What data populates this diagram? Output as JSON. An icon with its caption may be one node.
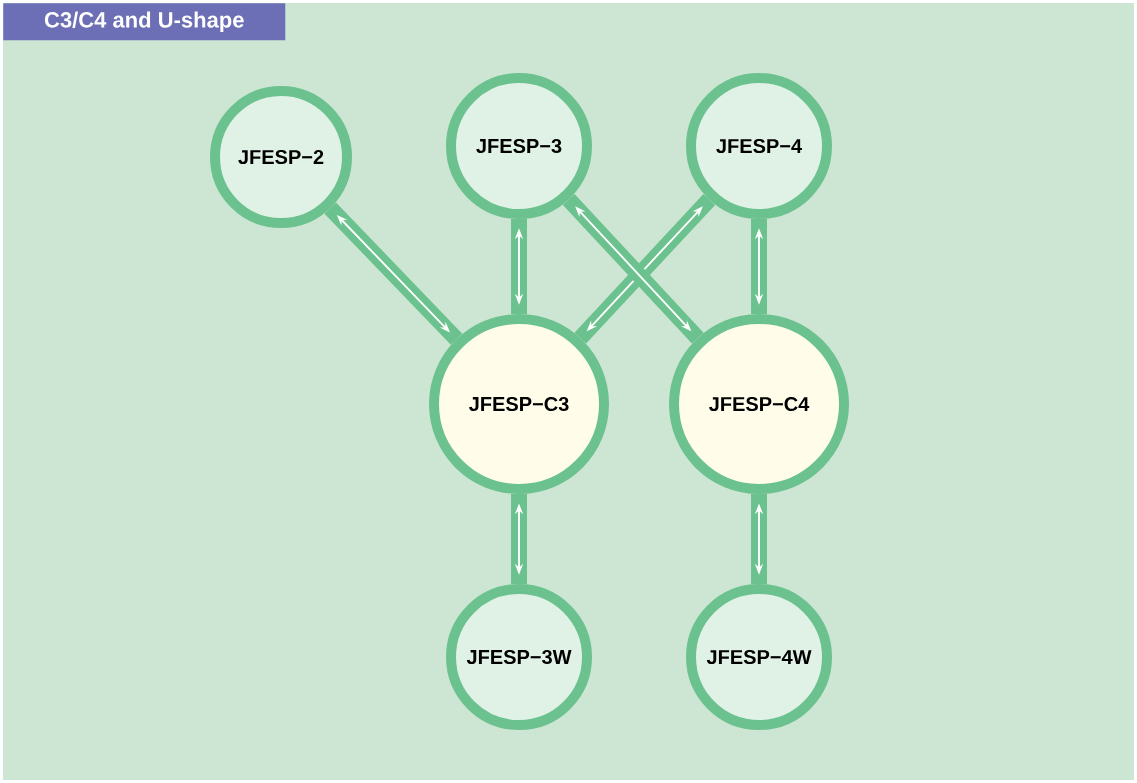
{
  "diagram": {
    "title": "C3/C4 and U-shape",
    "nodes": [
      {
        "text": [
          "JFESP−2"
        ]
      },
      {
        "text": [
          "JFESP−3"
        ]
      },
      {
        "text": [
          "JFESP−4"
        ]
      },
      {
        "text": [
          "JFESP−C3"
        ]
      },
      {
        "text": [
          "JFESP−C4"
        ]
      },
      {
        "text": [
          "JFESP−3W"
        ]
      },
      {
        "text": [
          "JFESP−4W"
        ]
      }
    ],
    "edges": [
      {
        "from": 0,
        "to": 3,
        "arrow": "both"
      },
      {
        "from": 1,
        "to": 3,
        "arrow": "both"
      },
      {
        "from": 2,
        "to": 3,
        "arrow": "both"
      },
      {
        "from": 1,
        "to": 4,
        "arrow": "both"
      },
      {
        "from": 2,
        "to": 4,
        "arrow": "both"
      },
      {
        "from": 3,
        "to": 5,
        "arrow": "both"
      },
      {
        "from": 4,
        "to": 6,
        "arrow": "both"
      }
    ]
  }
}
